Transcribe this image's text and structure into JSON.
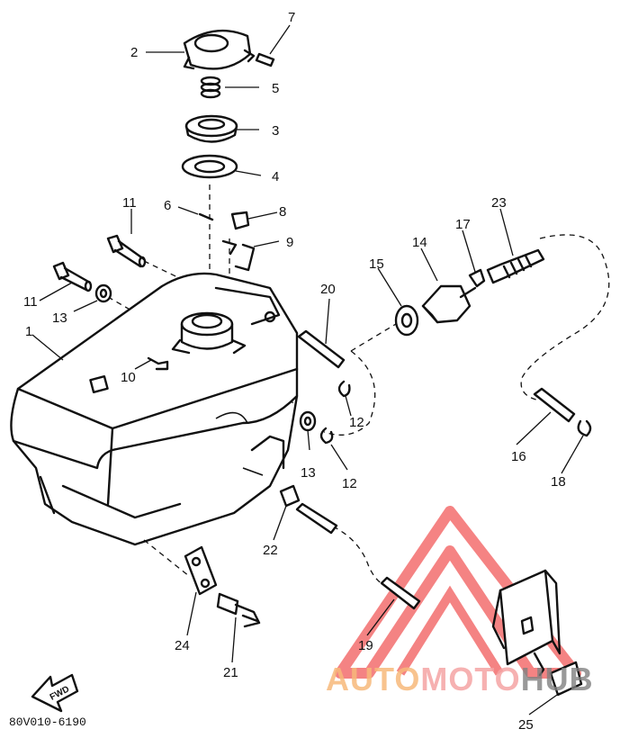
{
  "diagram": {
    "code": "80V010-6190",
    "fwd_label": "FWD",
    "callouts": [
      {
        "id": "c1",
        "text": "1"
      },
      {
        "id": "c2",
        "text": "2"
      },
      {
        "id": "c3",
        "text": "3"
      },
      {
        "id": "c4",
        "text": "4"
      },
      {
        "id": "c5",
        "text": "5"
      },
      {
        "id": "c6",
        "text": "6"
      },
      {
        "id": "c7",
        "text": "7"
      },
      {
        "id": "c8",
        "text": "8"
      },
      {
        "id": "c9",
        "text": "9"
      },
      {
        "id": "c10",
        "text": "10"
      },
      {
        "id": "c11a",
        "text": "11"
      },
      {
        "id": "c11b",
        "text": "11"
      },
      {
        "id": "c12a",
        "text": "12"
      },
      {
        "id": "c12b",
        "text": "12"
      },
      {
        "id": "c13a",
        "text": "13"
      },
      {
        "id": "c13b",
        "text": "13"
      },
      {
        "id": "c14",
        "text": "14"
      },
      {
        "id": "c15",
        "text": "15"
      },
      {
        "id": "c16",
        "text": "16"
      },
      {
        "id": "c17",
        "text": "17"
      },
      {
        "id": "c18",
        "text": "18"
      },
      {
        "id": "c19",
        "text": "19"
      },
      {
        "id": "c20",
        "text": "20"
      },
      {
        "id": "c21",
        "text": "21"
      },
      {
        "id": "c22",
        "text": "22"
      },
      {
        "id": "c23",
        "text": "23"
      },
      {
        "id": "c24",
        "text": "24"
      },
      {
        "id": "c25",
        "text": "25"
      }
    ]
  },
  "watermark": {
    "part1": "AUTO",
    "part2": "MOTO",
    "part3": "HUB",
    "color_auto": "#f7b87a",
    "color_moto": "#f4a3a3",
    "color_hub": "#7f7f7f",
    "triangle_color": "#f15a5a"
  }
}
